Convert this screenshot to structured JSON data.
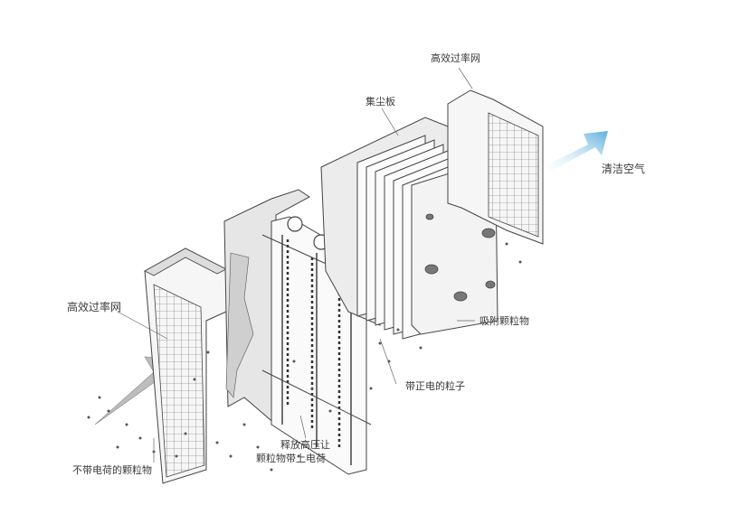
{
  "labels": {
    "filter_top": "高效过率网",
    "collector": "集尘板",
    "clean_air": "清洁空气",
    "adsorbed": "吸附颗粒物",
    "filter_left": "高效过率网",
    "positive": "带正电的粒子",
    "release_line1": "释放高压让",
    "release_line2": "颗粒物带上电荷",
    "uncharged": "不带电荷的颗粒物"
  },
  "colors": {
    "line": "#4a4a4a",
    "panel": "#f2f2f2",
    "panel_dark": "#dcdcdc",
    "rod": "#5a5a5a",
    "arrow_in": "#b8b8b8",
    "arrow_out": "#6fb9e0"
  }
}
